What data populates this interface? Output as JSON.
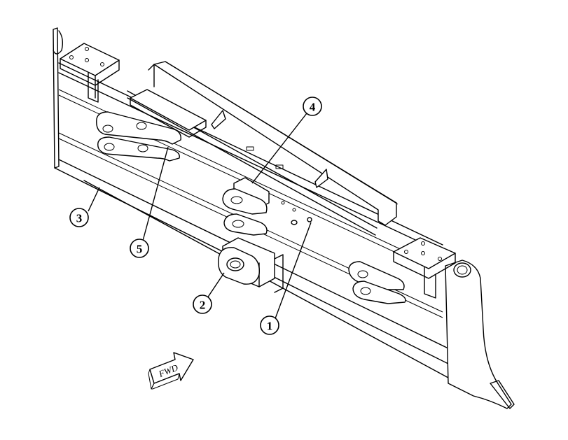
{
  "callouts": [
    {
      "id": "callout-1",
      "label": "1"
    },
    {
      "id": "callout-2",
      "label": "2"
    },
    {
      "id": "callout-3",
      "label": "3"
    },
    {
      "id": "callout-4",
      "label": "4"
    },
    {
      "id": "callout-5",
      "label": "5"
    }
  ],
  "fwd_arrow": {
    "label": "FWD"
  }
}
